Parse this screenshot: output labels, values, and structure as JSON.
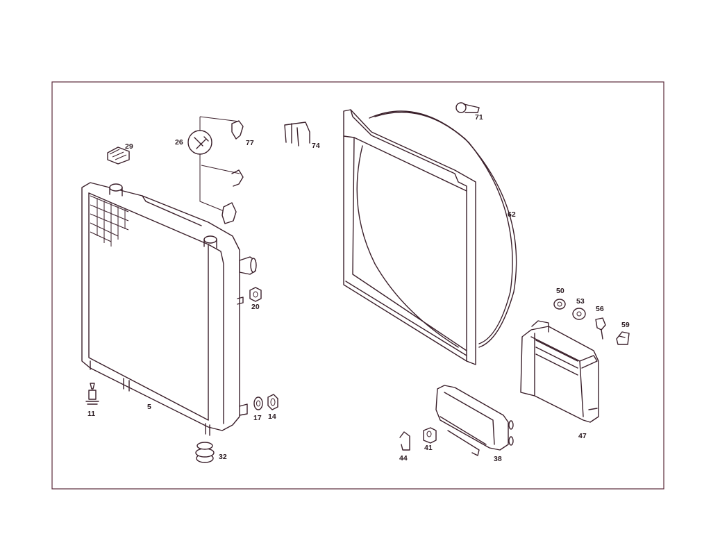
{
  "callouts": {
    "p5": "5",
    "p11": "11",
    "p14": "14",
    "p17": "17",
    "p20": "20",
    "p26": "26",
    "p29": "29",
    "p32": "32",
    "p38": "38",
    "p41": "41",
    "p44": "44",
    "p47": "47",
    "p50": "50",
    "p53": "53",
    "p56": "56",
    "p59": "59",
    "p62": "62",
    "p71": "71",
    "p74": "74",
    "p77": "77"
  },
  "colors": {
    "line": "#3a1f2a",
    "frame": "#5a2a3a",
    "background": "#ffffff"
  }
}
